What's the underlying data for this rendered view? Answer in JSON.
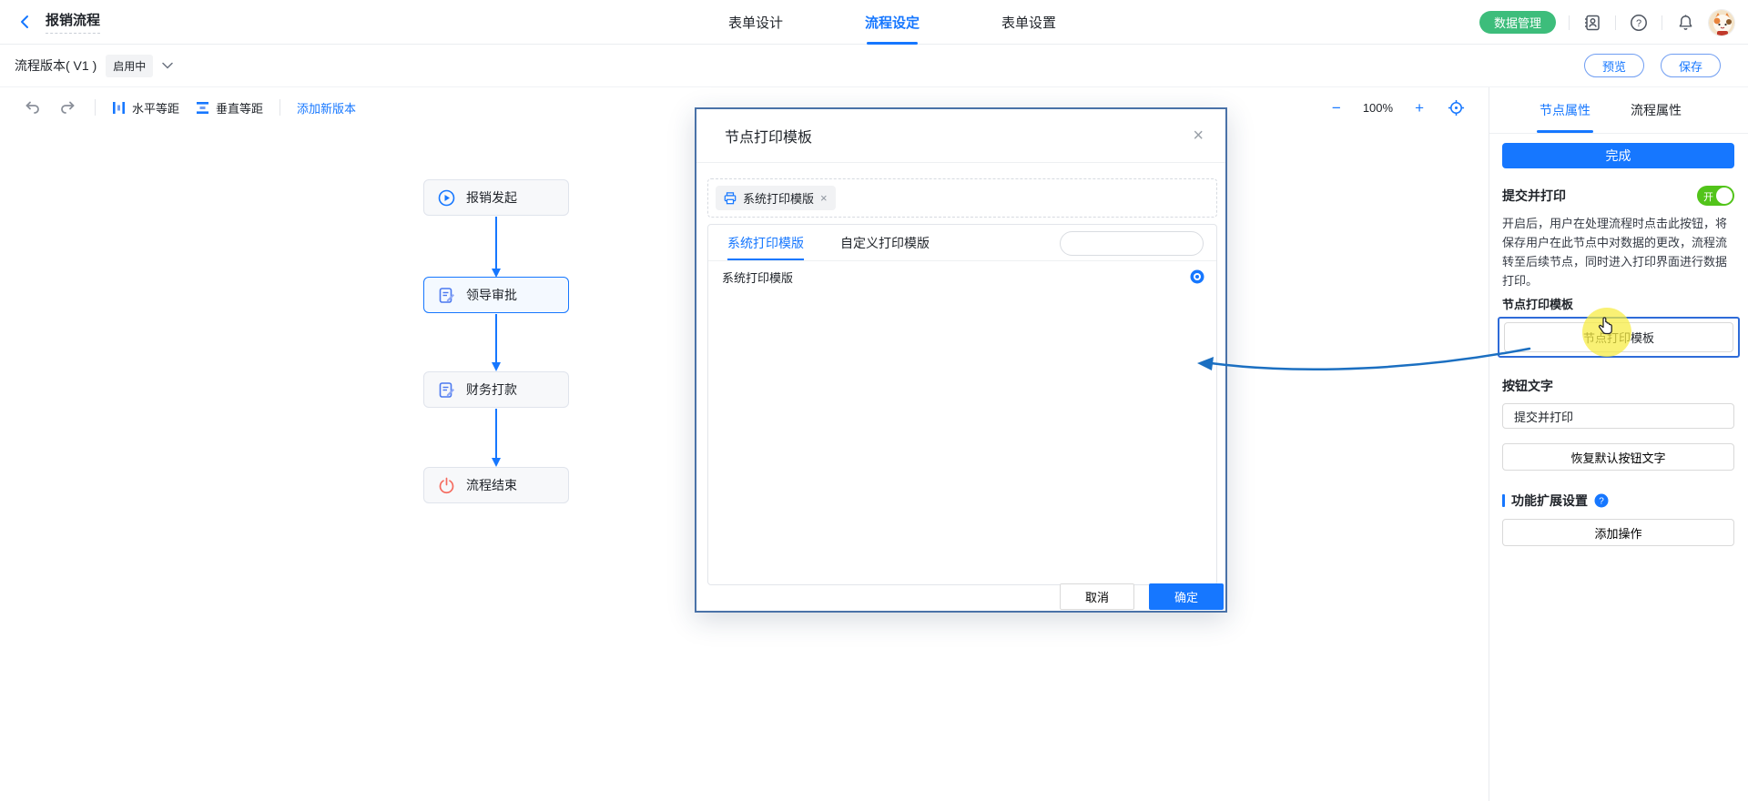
{
  "header": {
    "title": "报销流程",
    "tabs": [
      {
        "label": "表单设计"
      },
      {
        "label": "流程设定",
        "active": true
      },
      {
        "label": "表单设置"
      }
    ],
    "data_manage_label": "数据管理"
  },
  "version_bar": {
    "version_label": "流程版本( V1 )",
    "status_badge": "启用中",
    "preview_label": "预览",
    "save_label": "保存"
  },
  "toolbar": {
    "horizontal_label": "水平等距",
    "vertical_label": "垂直等距",
    "add_version_label": "添加新版本",
    "zoom_out": "−",
    "zoom_level": "100%",
    "zoom_in": "+"
  },
  "canvas": {
    "nodes": [
      {
        "label": "报销发起",
        "icon": "play-icon"
      },
      {
        "label": "领导审批",
        "icon": "doc-edit-icon",
        "selected": true
      },
      {
        "label": "财务打款",
        "icon": "doc-edit-icon"
      },
      {
        "label": "流程结束",
        "icon": "power-icon"
      }
    ]
  },
  "modal": {
    "title": "节点打印模板",
    "close_label": "×",
    "chip_label": "系统打印模版",
    "chip_close": "×",
    "tabs": [
      {
        "label": "系统打印模版",
        "active": true
      },
      {
        "label": "自定义打印模版"
      }
    ],
    "list": [
      {
        "label": "系统打印模版",
        "selected": true
      }
    ],
    "cancel_label": "取消",
    "confirm_label": "确定"
  },
  "right_panel": {
    "tabs": [
      {
        "label": "节点属性",
        "active": true
      },
      {
        "label": "流程属性"
      }
    ],
    "done_label": "完成",
    "submit_print_label": "提交并打印",
    "toggle_on_text": "开",
    "description": "开启后，用户在处理流程时点击此按钮，将保存用户在此节点中对数据的更改，流程流转至后续节点，同时进入打印界面进行数据打印。",
    "node_template_label": "节点打印模板",
    "node_template_button": "节点打印模板",
    "button_text_label": "按钮文字",
    "button_text_value": "提交并打印",
    "reset_label": "恢复默认按钮文字",
    "extension_label": "功能扩展设置",
    "add_action_label": "添加操作"
  },
  "colors": {
    "primary": "#1677ff",
    "brand_green": "#3dbd7b",
    "toggle_green": "#52c41a",
    "danger": "#f56a5e",
    "modal_border": "#4a72a8",
    "highlight_yellow": "#f7ec3f"
  }
}
